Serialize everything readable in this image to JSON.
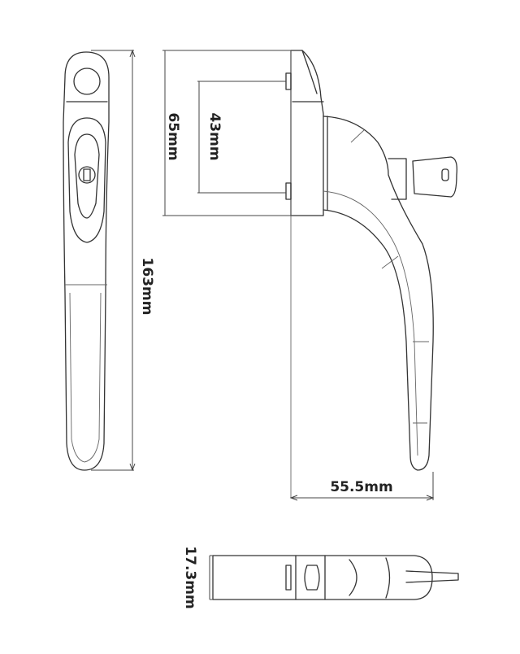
{
  "dimensions": {
    "overall_height": "163mm",
    "backplate_height": "65mm",
    "fixing_centres": "43mm",
    "projection": "55.5mm",
    "depth": "17.3mm"
  },
  "colors": {
    "line": "#333333",
    "background": "#ffffff"
  }
}
